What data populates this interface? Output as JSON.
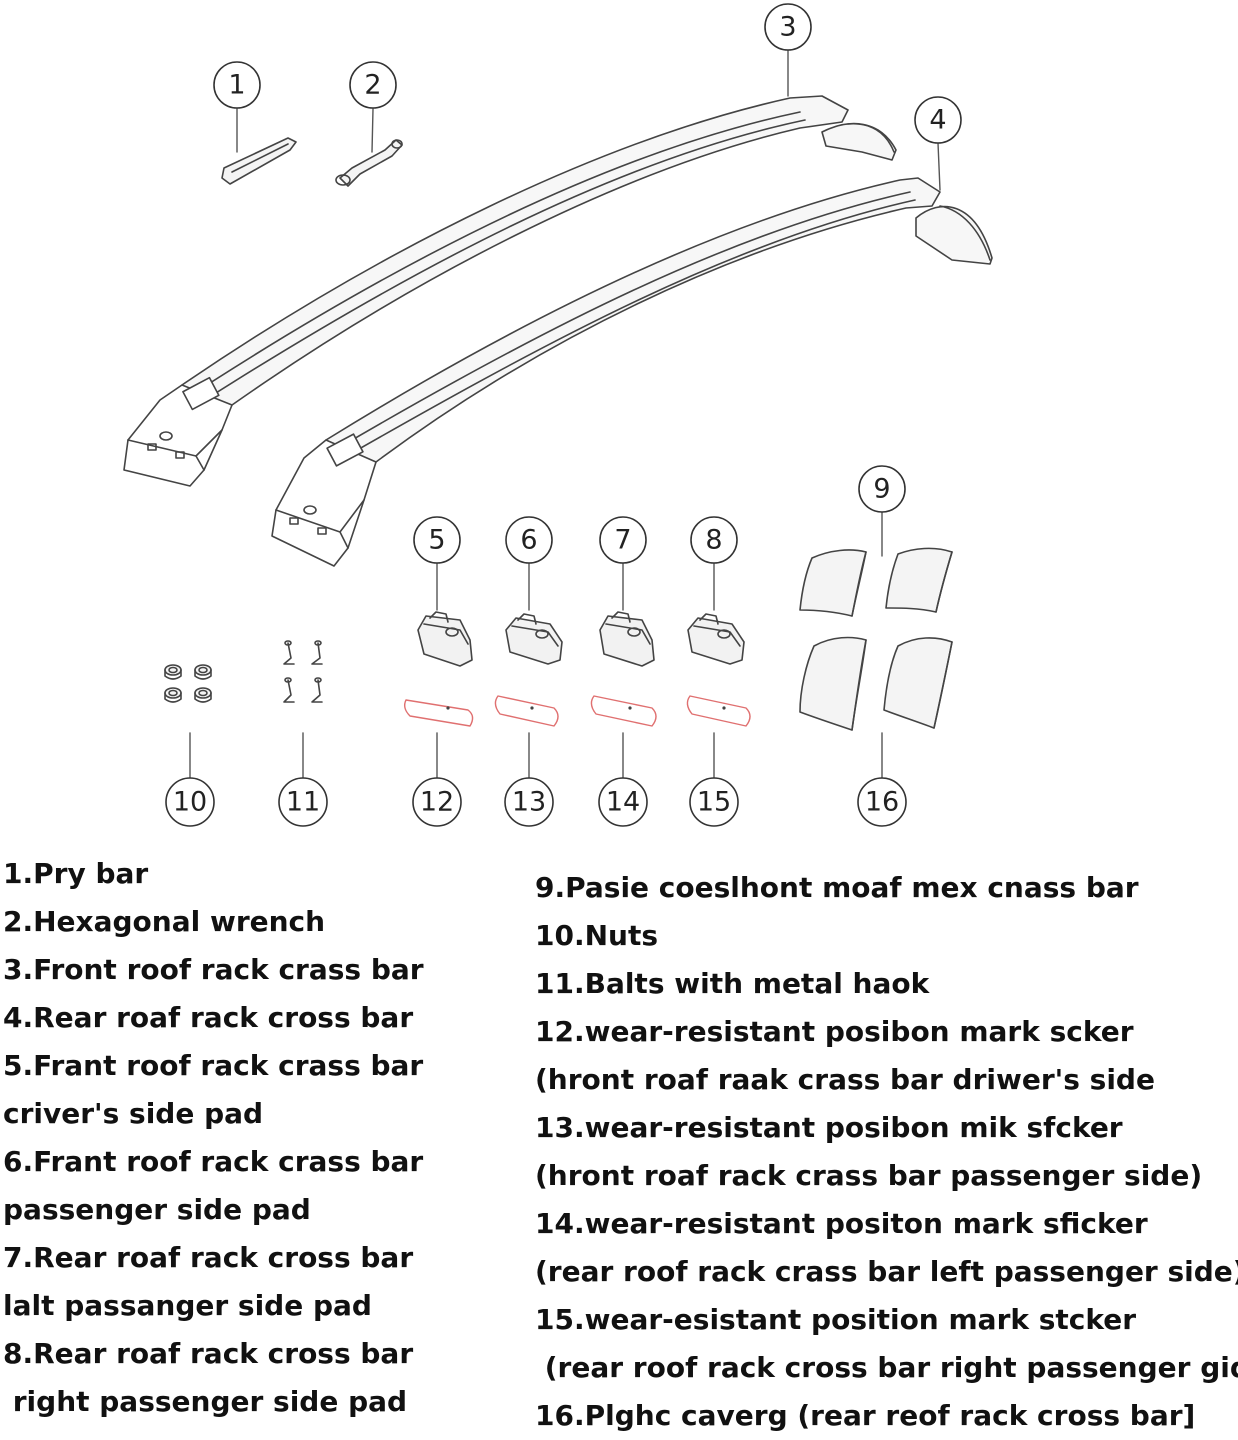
{
  "callouts": [
    {
      "id": "1",
      "label": "1"
    },
    {
      "id": "2",
      "label": "2"
    },
    {
      "id": "3",
      "label": "3"
    },
    {
      "id": "4",
      "label": "4"
    },
    {
      "id": "5",
      "label": "5"
    },
    {
      "id": "6",
      "label": "6"
    },
    {
      "id": "7",
      "label": "7"
    },
    {
      "id": "8",
      "label": "8"
    },
    {
      "id": "9",
      "label": "9"
    },
    {
      "id": "10",
      "label": "10"
    },
    {
      "id": "11",
      "label": "11"
    },
    {
      "id": "12",
      "label": "12"
    },
    {
      "id": "13",
      "label": "13"
    },
    {
      "id": "14",
      "label": "14"
    },
    {
      "id": "15",
      "label": "15"
    },
    {
      "id": "16",
      "label": "16"
    }
  ],
  "legend": {
    "left": [
      "1.Pry bar",
      "2.Hexagonal wrench",
      "3.Front roof rack crass bar",
      "4.Rear roaf rack cross bar",
      "5.Frant roof rack crass bar",
      "criver's side pad",
      "6.Frant roof rack crass bar",
      "passenger side pad",
      "7.Rear roaf rack cross bar",
      "lalt passanger side pad",
      "8.Rear roaf rack cross bar",
      " right passenger side pad"
    ],
    "right": [
      "9.Pasie coeslhont moaf mex cnass bar",
      "10.Nuts",
      "11.Balts with metal haok",
      "12.wear-resistant posibon mark scker",
      "(hront roaf raak crass bar driwer's side",
      "13.wear-resistant posibon mik sfcker",
      "(hront roaf rack crass bar passenger side)",
      "14.wear-resistant positon mark sficker",
      "(rear roof rack crass bar left passenger side)",
      "15.wear-esistant position mark stcker",
      " (rear roof rack cross bar right passenger gide)",
      "16.Plghc caverg (rear reof rack cross bar]"
    ]
  },
  "colors": {
    "line": "#444444",
    "part_fill": "#f2f2f2",
    "sticker": "#e07070"
  }
}
